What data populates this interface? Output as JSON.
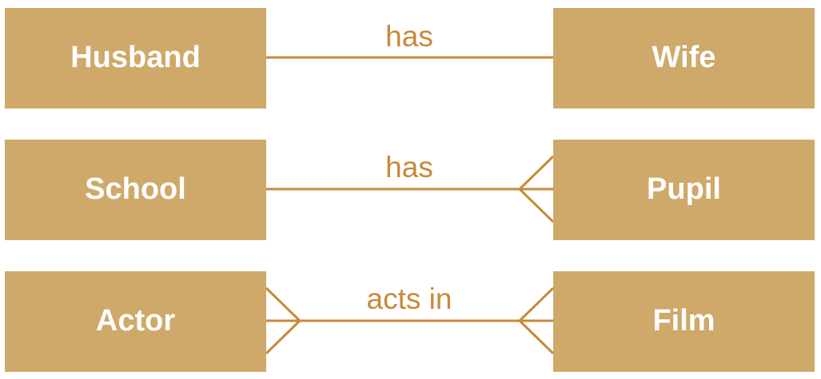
{
  "colors": {
    "entity_fill": "#CEA96A",
    "line_color": "#C9893A"
  },
  "relationships": [
    {
      "left": "Husband",
      "right": "Wife",
      "label": "has",
      "left_cardinality": "one",
      "right_cardinality": "one"
    },
    {
      "left": "School",
      "right": "Pupil",
      "label": "has",
      "left_cardinality": "one",
      "right_cardinality": "many"
    },
    {
      "left": "Actor",
      "right": "Film",
      "label": "acts in",
      "left_cardinality": "many",
      "right_cardinality": "many"
    }
  ]
}
